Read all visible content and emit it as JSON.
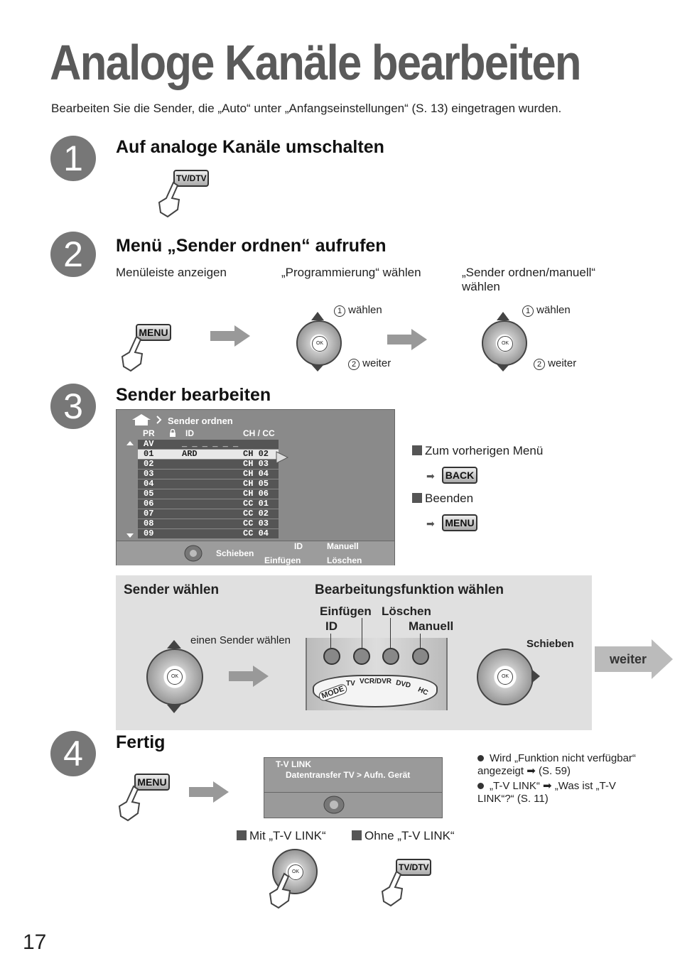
{
  "title": "Analoge Kanäle bearbeiten",
  "intro": "Bearbeiten Sie die Sender, die „Auto“ unter „Anfangseinstellungen“ (S. 13) eingetragen wurden.",
  "steps": [
    {
      "num": "1",
      "title": "Auf analoge Kanäle umschalten",
      "button": "TV/DTV"
    },
    {
      "num": "2",
      "title": "Menü „Sender ordnen“ aufrufen",
      "sub": [
        "Menüleiste anzeigen",
        "„Programmierung“ wählen",
        "„Sender ordnen/manuell“ wählen"
      ],
      "button": "MENU",
      "dpad_labels": {
        "choose": "wählen",
        "next": "weiter",
        "n1": "1",
        "n2": "2",
        "ok": "OK"
      }
    },
    {
      "num": "3",
      "title": "Sender bearbeiten"
    },
    {
      "num": "4",
      "title": "Fertig"
    }
  ],
  "menu_screen": {
    "breadcrumb": "Sender ordnen",
    "headers": {
      "pr": "PR",
      "id": "ID",
      "ch": "CH / CC"
    },
    "rows": [
      {
        "pr": "AV",
        "id": "_ _ _ _ _ _",
        "ch": ""
      },
      {
        "pr": "01",
        "id": "ARD",
        "ch": "CH 02"
      },
      {
        "pr": "02",
        "id": "",
        "ch": "CH 03"
      },
      {
        "pr": "03",
        "id": "",
        "ch": "CH 04"
      },
      {
        "pr": "04",
        "id": "",
        "ch": "CH 05"
      },
      {
        "pr": "05",
        "id": "",
        "ch": "CH 06"
      },
      {
        "pr": "06",
        "id": "",
        "ch": "CC 01"
      },
      {
        "pr": "07",
        "id": "",
        "ch": "CC 02"
      },
      {
        "pr": "08",
        "id": "",
        "ch": "CC 03"
      },
      {
        "pr": "09",
        "id": "",
        "ch": "CC 04"
      }
    ],
    "footer": {
      "move": "Schieben",
      "id": "ID",
      "insert": "Einfügen",
      "manual": "Manuell",
      "delete": "Löschen"
    }
  },
  "side_notes": {
    "prev_menu": "Zum vorherigen Menü",
    "back_button": "BACK",
    "exit": "Beenden",
    "menu_button": "MENU"
  },
  "graybox": {
    "left_title": "Sender wählen",
    "left_caption": "einen Sender wählen",
    "right_title": "Bearbeitungsfunktion wählen",
    "insert": "Einfügen",
    "delete": "Löschen",
    "id": "ID",
    "manual": "Manuell",
    "move": "Schieben",
    "modes": [
      "MODE",
      "TV",
      "VCR/DVR",
      "DVD",
      "HC"
    ],
    "ok": "OK"
  },
  "next_label": "weiter",
  "step4": {
    "button": "MENU",
    "screen_title": "T-V LINK",
    "screen_text": "Datentransfer TV  >  Aufn. Gerät",
    "with_link": "Mit „T-V LINK“",
    "without_link": "Ohne „T-V LINK“",
    "tvdtv": "TV/DTV",
    "note1": "Wird „Funktion nicht verfügbar“ angezeigt",
    "note1_ref": "(S. 59)",
    "note2": "„T-V LINK“",
    "note2_ref": "„Was ist „T-V LINK“?“ (S. 11)"
  },
  "page_number": "17"
}
